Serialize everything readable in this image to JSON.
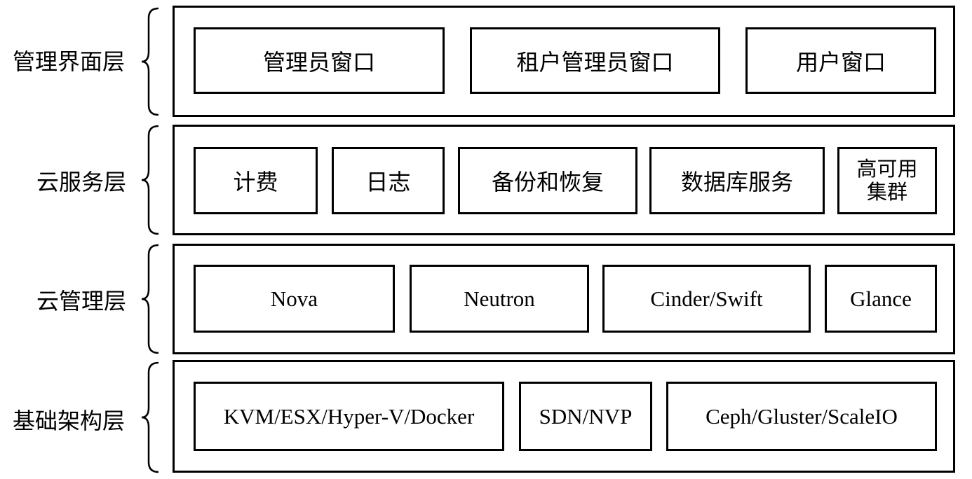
{
  "layers": [
    {
      "label": "管理界面层",
      "components": [
        "管理员窗口",
        "租户管理员窗口",
        "用户窗口"
      ]
    },
    {
      "label": "云服务层",
      "components": [
        "计费",
        "日志",
        "备份和恢复",
        "数据库服务",
        "高可用\n集群"
      ]
    },
    {
      "label": "云管理层",
      "components": [
        "Nova",
        "Neutron",
        "Cinder/Swift",
        "Glance"
      ]
    },
    {
      "label": "基础架构层",
      "components": [
        "KVM/ESX/Hyper-V/Docker",
        "SDN/NVP",
        "Ceph/Gluster/ScaleIO"
      ]
    }
  ]
}
